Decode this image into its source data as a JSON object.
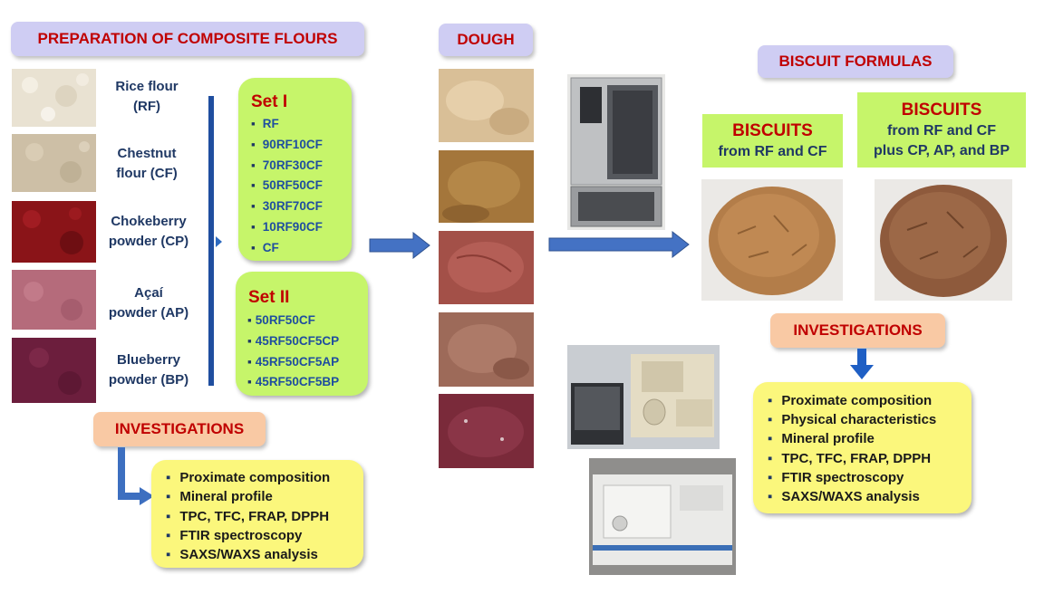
{
  "headers": {
    "preparation": "PREPARATION OF COMPOSITE FLOURS",
    "dough": "DOUGH",
    "biscuit_formulas": "BISCUIT FORMULAS",
    "investigations_left": "INVESTIGATIONS",
    "investigations_right": "INVESTIGATIONS"
  },
  "flours": [
    {
      "line1": "Rice flour",
      "line2": "(RF)"
    },
    {
      "line1": "Chestnut",
      "line2": "flour (CF)"
    },
    {
      "line1": "Chokeberry",
      "line2": "powder (CP)"
    },
    {
      "line1": "Açaí",
      "line2": "powder (AP)"
    },
    {
      "line1": "Blueberry",
      "line2": "powder (BP)"
    }
  ],
  "set1": {
    "title": "Set I",
    "items": [
      "RF",
      "90RF10CF",
      "70RF30CF",
      "50RF50CF",
      "30RF70CF",
      "10RF90CF",
      "CF"
    ]
  },
  "set2": {
    "title": "Set II",
    "items": [
      "50RF50CF",
      "45RF50CF5CP",
      "45RF50CF5AP",
      "45RF50CF5BP"
    ]
  },
  "biscuits": {
    "left": {
      "title": "BISCUITS",
      "line1": "from RF and CF"
    },
    "right": {
      "title": "BISCUITS",
      "line1": "from RF and CF",
      "line2": "plus CP, AP, and BP"
    }
  },
  "investigations_left_items": [
    "Proximate composition",
    "Mineral profile",
    "TPC, TFC, FRAP,  DPPH",
    "FTIR spectroscopy",
    "SAXS/WAXS analysis"
  ],
  "investigations_right_items": [
    "Proximate composition",
    "Physical characteristics",
    "Mineral profile",
    "TPC, TFC, FRAP,  DPPH",
    "FTIR spectroscopy",
    "SAXS/WAXS analysis"
  ],
  "colors": {
    "header_lavender": "#cfcdf3",
    "header_peach": "#f9c9a4",
    "header_text": "#c00000",
    "set_box_green": "#c6f56a",
    "investigation_box_yellow": "#fbf77c",
    "arrow_blue": "#4472c4"
  }
}
